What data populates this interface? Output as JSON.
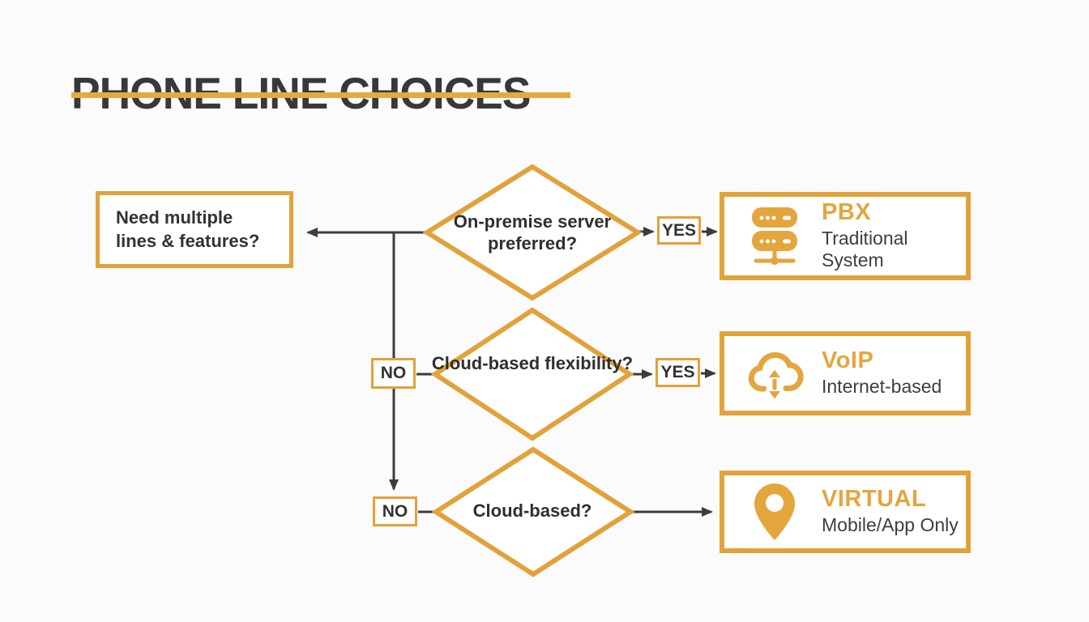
{
  "title": "PHONE LINE CHOICES",
  "colors": {
    "accent_orange": "#e2a23b",
    "underline_gold": "#e7a93c",
    "text_dark": "#383838",
    "connector_gray": "#3c3c3c",
    "background": "#fbfbfb"
  },
  "flow": {
    "start": {
      "label": "Need multiple lines & features?"
    },
    "decisions": [
      {
        "question": "On-premise server preferred?",
        "yes": "YES"
      },
      {
        "question": "Cloud-based flexibility?",
        "no": "NO",
        "yes": "YES"
      },
      {
        "question": "Cloud-based?",
        "no": "NO"
      }
    ],
    "results": [
      {
        "name": "PBX",
        "description": "Traditional System",
        "icon": "server-stack-icon"
      },
      {
        "name": "VoIP",
        "description": "Internet-based",
        "icon": "cloud-sync-icon"
      },
      {
        "name": "VIRTUAL",
        "description": "Mobile/App Only",
        "icon": "map-pin-icon"
      }
    ]
  }
}
